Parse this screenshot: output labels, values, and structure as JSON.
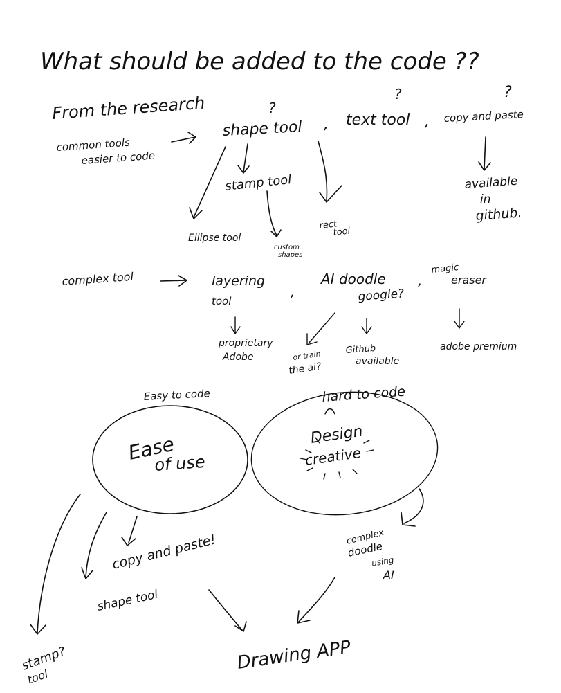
{
  "title": "What should be added to the code ??",
  "research": {
    "heading": "From the research",
    "common_label_1": "common tools",
    "common_label_2": "easier to code",
    "shape_tool": "shape tool",
    "text_tool": "text tool",
    "copy_paste": "copy and paste",
    "q_shape": "?",
    "q_text": "?",
    "q_copy": "?",
    "comma_1": ",",
    "comma_2": ",",
    "available_1": "available",
    "available_2": "in",
    "available_3": "github.",
    "stamp_tool": "stamp tool",
    "ellipse_tool": "Ellipse tool",
    "custom_1": "custom",
    "custom_2": "shapes",
    "rect_1": "rect",
    "rect_2": "tool"
  },
  "complex": {
    "label": "complex tool",
    "layering_1": "layering",
    "layering_2": "tool",
    "comma_1": ",",
    "ai_doodle": "AI doodle",
    "google": "google?",
    "comma_2": ",",
    "magic": "magic",
    "eraser": "eraser",
    "proprietary_1": "proprietary",
    "proprietary_2": "Adobe",
    "or_train_1": "or train",
    "or_train_2": "the ai?",
    "github_1": "Github",
    "github_2": "available",
    "adobe_premium": "adobe premium"
  },
  "venn": {
    "easy_label": "Easy to code",
    "hard_label": "hard to code",
    "ease_1": "Ease",
    "ease_2": "of use",
    "design_1": "Design",
    "design_2": "creative"
  },
  "bottom": {
    "copy_paste": "copy and paste!",
    "shape_tool": "shape tool",
    "stamp_1": "stamp?",
    "stamp_2": "tool",
    "complex_1": "complex",
    "complex_2": "doodle",
    "complex_3": "using",
    "complex_4": "AI",
    "drawing_app": "Drawing APP"
  }
}
